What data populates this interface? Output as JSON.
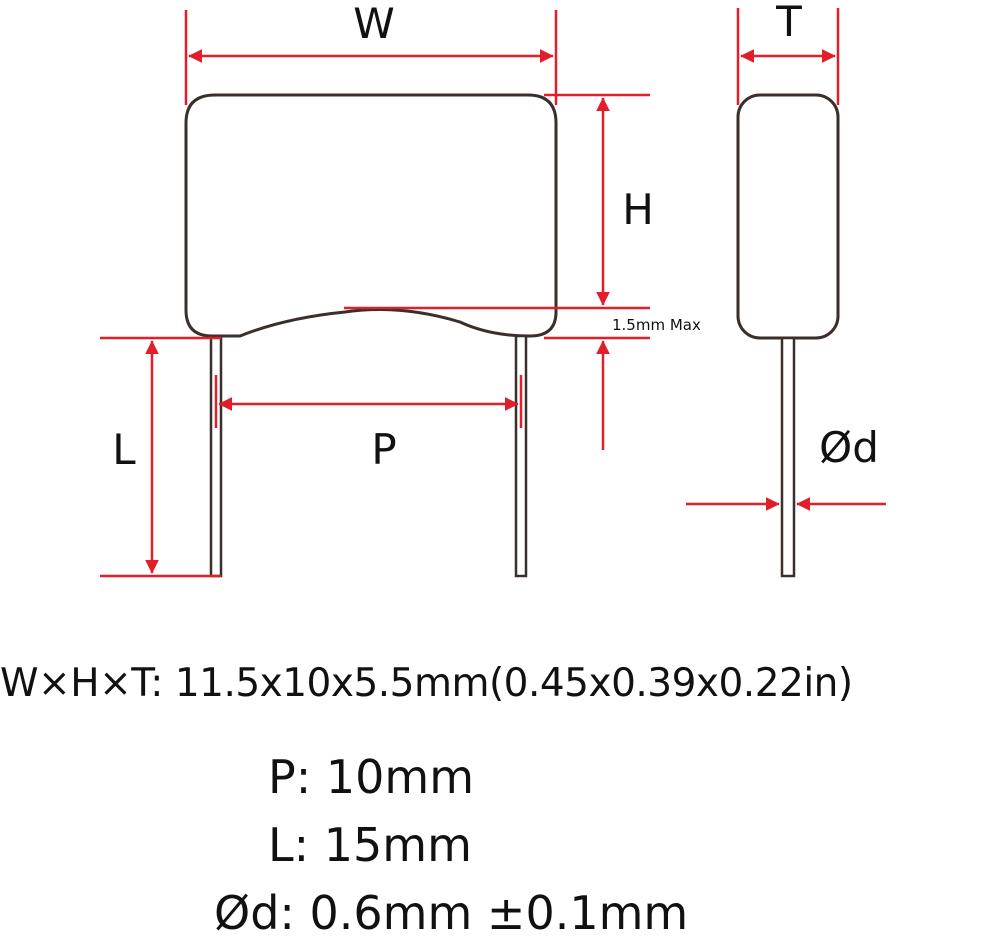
{
  "labels": {
    "width": "W",
    "height": "H",
    "thickness": "T",
    "length": "L",
    "pitch": "P",
    "diameter": "Ød",
    "max_gap": "1.5mm Max"
  },
  "specs": {
    "whT": "W×H×T: 11.5x10x5.5mm(0.45x0.39x0.22in)",
    "p": "P: 10mm",
    "l": "L: 15mm",
    "d": "Ød: 0.6mm ±0.1mm"
  },
  "colors": {
    "dimension": "#e11f2b",
    "outline": "#3a2f2a",
    "text": "#111111"
  }
}
